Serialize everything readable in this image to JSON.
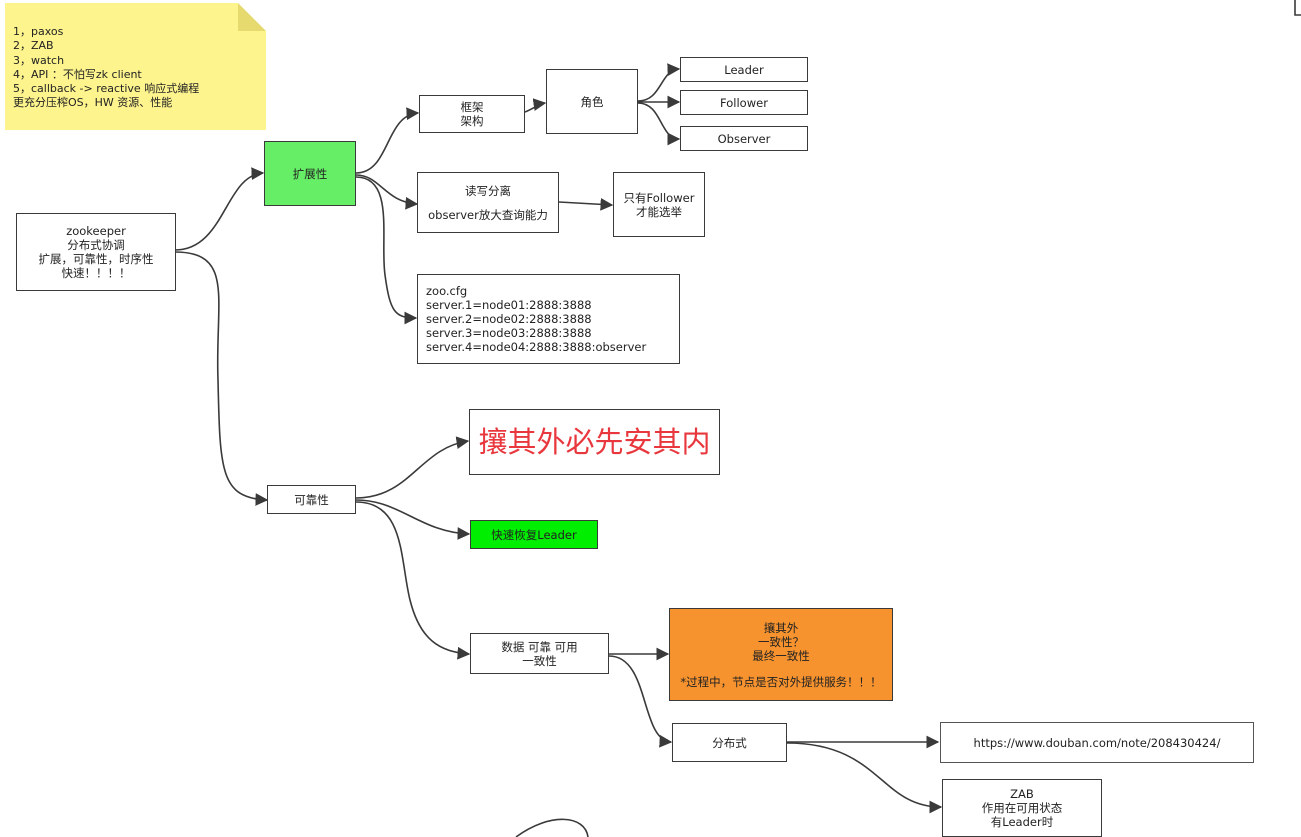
{
  "note": {
    "lines": [
      "1，paxos",
      "2，ZAB",
      "3，watch",
      "4，API  ：不怕写zk client",
      "5，callback   ->    reactive  响应式编程",
      "更充分压榨OS，HW 资源、性能"
    ]
  },
  "nodes": {
    "zookeeper": [
      "zookeeper",
      "分布式协调",
      "扩展，可靠性，时序性",
      "快速！！！！"
    ],
    "scalability": [
      "扩展性"
    ],
    "framework": [
      "框架",
      "架构"
    ],
    "roles": [
      "角色"
    ],
    "leader": [
      "Leader"
    ],
    "follower": [
      "Follower"
    ],
    "observer": [
      "Observer"
    ],
    "rw_split": [
      "读写分离",
      "",
      "observer放大查询能力"
    ],
    "only_follower": [
      "只有Follower",
      "才能选举"
    ],
    "zoo_cfg": [
      "zoo.cfg",
      "server.1=node01:2888:3888",
      "server.2=node02:2888:3888",
      "server.3=node03:2888:3888",
      "server.4=node04:2888:3888:observer"
    ],
    "reliability": [
      "可靠性"
    ],
    "slogan": [
      "攘其外必先安其内"
    ],
    "fast_recover": [
      "快速恢复Leader"
    ],
    "data_reliable": [
      "数据 可靠 可用",
      "一致性"
    ],
    "consistency": [
      "攘其外",
      "一致性？",
      "最终一致性",
      "",
      "*过程中，节点是否对外提供服务！！！"
    ],
    "distributed": [
      "分布式"
    ],
    "douban_link": [
      "https://www.douban.com/note/208430424/"
    ],
    "zab_box": [
      "ZAB",
      "作用在可用状态",
      "有Leader时"
    ]
  },
  "colors": {
    "note_bg": "#fdf48e",
    "scalability_bg": "#66ee66",
    "fast_recover_bg": "#00ee00",
    "consistency_bg": "#f7932e",
    "slogan_text": "#e8383d",
    "edge": "#3a3a3a"
  }
}
